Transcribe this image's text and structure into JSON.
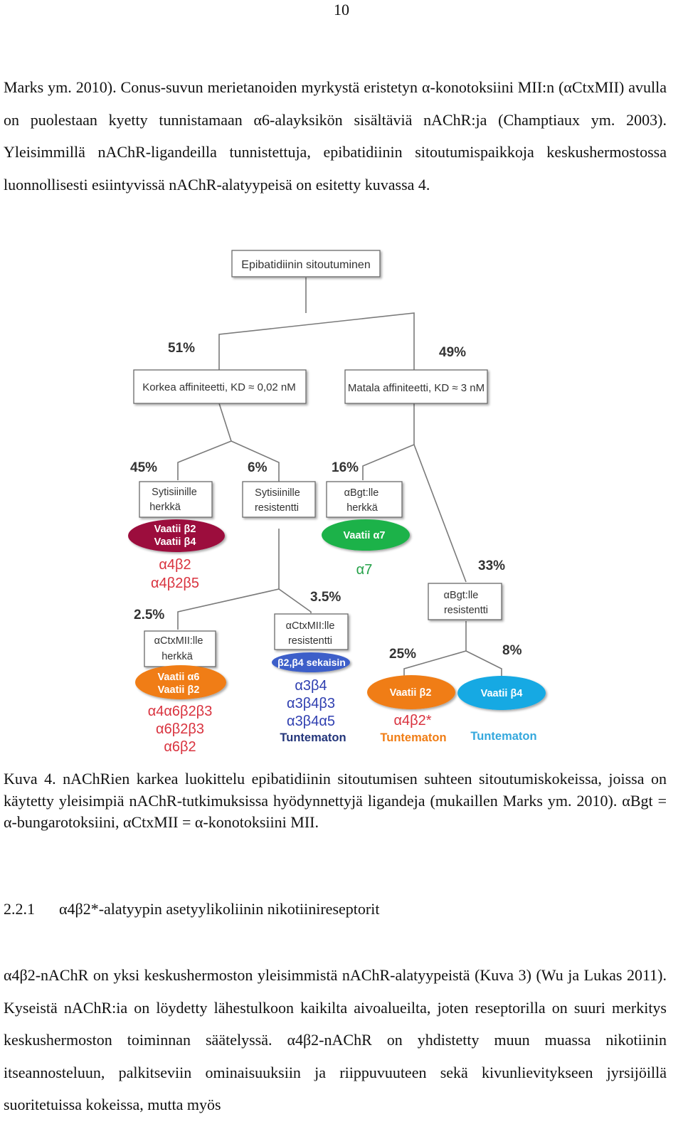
{
  "page_number": "10",
  "paragraph1": "Marks ym. 2010). Conus-suvun merietanoiden myrkystä eristetyn α-konotoksiini MII:n (αCtxMII) avulla on puolestaan kyetty tunnistamaan α6-alayksikön sisältäviä nAChR:ja (Champtiaux ym. 2003). Yleisimmillä nAChR-ligandeilla tunnistettuja, epibatidiinin sitoutumispaikkoja keskushermostossa luonnollisesti esiintyvissä nAChR-alatyypeisä on esitetty kuvassa 4.",
  "diagram": {
    "root": "Epibatidiinin sitoutuminen",
    "pct_high": "51%",
    "pct_low": "49%",
    "high_affinity": "Korkea affiniteetti, KD ≈ 0,02 nM",
    "low_affinity": "Matala affiniteetti, KD ≈ 3 nM",
    "pct_cyt_sens": "45%",
    "pct_cyt_res": "6%",
    "pct_abgt_sens": "16%",
    "pct_abgt_res": "33%",
    "cyt_sens": [
      "Sytisiinille",
      "herkkä"
    ],
    "cyt_res": [
      "Sytisiinille",
      "resistentti"
    ],
    "abgt_sens": [
      "αBgt:lle",
      "herkkä"
    ],
    "abgt_res": [
      "αBgt:lle",
      "resistentti"
    ],
    "req_b2b4": [
      "Vaatii β2",
      "Vaatii β4"
    ],
    "req_a7": "Vaatii α7",
    "subtypes_cyt_sens": [
      "α4β2",
      "α4β2β5"
    ],
    "subtype_a7": "α7",
    "pct_ctx_sens": "2.5%",
    "pct_ctx_res": "3.5%",
    "ctx_sens": [
      "αCtxMII:lle",
      "herkkä"
    ],
    "ctx_res": [
      "αCtxMII:lle",
      "resistentti"
    ],
    "req_a6b2": [
      "Vaatii α6",
      "Vaatii β2"
    ],
    "b2b4_mixed": "β2,β4 sekaisin",
    "subtypes_ctx_sens": [
      "α4α6β2β3",
      "α6β2β3",
      "α6β2"
    ],
    "subtypes_ctx_res": [
      "α3β4",
      "α3β4β3",
      "α3β4α5"
    ],
    "unknown": "Tuntematon",
    "pct_req_b2": "25%",
    "pct_req_b4": "8%",
    "req_b2": "Vaatii β2",
    "req_b4": "Vaatii β4",
    "subtype_b2star": "α4β2*",
    "colors": {
      "dark_red": "#9c0f3e",
      "green": "#1db24a",
      "orange": "#f07d15",
      "blue": "#12a9e3",
      "subtype_red": "#d9333f",
      "subtype_green": "#24a148",
      "subtype_blue": "#2f3fb0",
      "unknown_navy": "#23357a",
      "unknown_orange": "#f07d15",
      "unknown_lightblue": "#34a8dd"
    }
  },
  "caption": "Kuva 4. nAChRien karkea luokittelu epibatidiinin sitoutumisen suhteen sitoutumiskokeissa, joissa on käytetty yleisimpiä nAChR-tutkimuksissa hyödynnettyjä ligandeja (mukaillen Marks ym. 2010). αBgt = α-bungarotoksiini, αCtxMII = α-konotoksiini MII.",
  "heading": {
    "number": "2.2.1",
    "title": "α4β2*-alatyypin asetyylikoliinin nikotiinireseptorit"
  },
  "paragraph2": "α4β2-nAChR on yksi keskushermoston yleisimmistä nAChR-alatyypeistä (Kuva 3) (Wu ja Lukas 2011). Kyseistä nAChR:ia on löydetty lähestulkoon kaikilta aivoalueilta, joten reseptorilla on suuri merkitys keskushermoston toiminnan säätelyssä. α4β2-nAChR on yhdistetty muun muassa nikotiinin itseannosteluun, palkitseviin ominaisuuksiin ja riippuvuuteen sekä kivunlievitykseen jyrsijöillä suoritetuissa kokeissa, mutta myös"
}
